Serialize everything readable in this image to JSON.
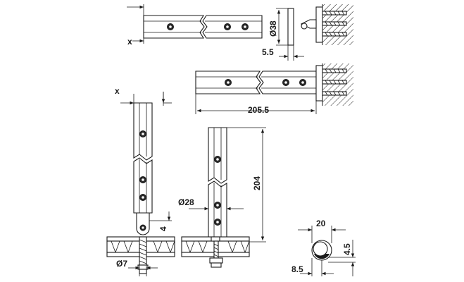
{
  "dimensions": {
    "x_top": "x",
    "dia38": "Ø38",
    "d5_5": "5.5",
    "d205_5": "205.5",
    "x_left": "x",
    "d204": "204",
    "dia28": "Ø28",
    "d4": "4",
    "dia7": "Ø7",
    "d20": "20",
    "d4_5": "4.5",
    "d8_5": "8.5"
  }
}
